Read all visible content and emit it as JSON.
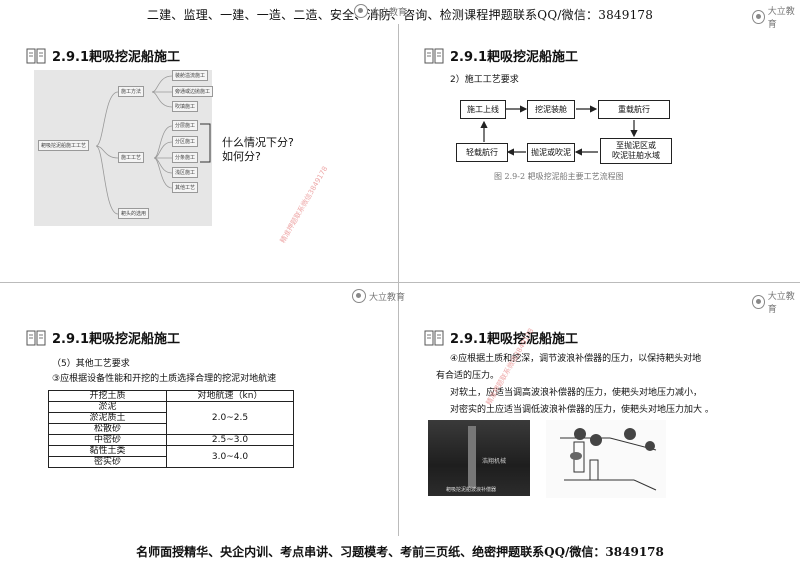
{
  "header_banner": "二建、监理、一建、一造、二造、安全、消防、咨询、检测课程押题联系QQ/微信：3849178",
  "footer_banner": "名师面授精华、央企内训、考点串讲、习题模考、考前三页纸、绝密押题联系QQ/微信：3849178",
  "logo_text": "大立教育",
  "watermark": "精准押题联系微信3849178",
  "slides": {
    "s1": {
      "title": "2.9.1耙吸挖泥船施工",
      "mindmap": {
        "root": "耙吸挖泥船施工工艺",
        "b1": "施工方法",
        "b2": "施工工艺",
        "b3": "耙头的选用",
        "b1_items": [
          "装舱溢流施工",
          "旁通或边抛施工",
          "吹填施工"
        ],
        "b2_items": [
          "分层施工",
          "分区施工",
          "分条施工",
          "浅区施工",
          "其他工艺"
        ]
      },
      "question_line1": "什么情况下分?",
      "question_line2": "如何分?"
    },
    "s2": {
      "title": "2.9.1耙吸挖泥船施工",
      "subhead": "2）施工工艺要求",
      "boxes": {
        "b1": "施工上线",
        "b2": "挖泥装舱",
        "b3": "重载航行",
        "b4_line1": "至抛泥区或",
        "b4_line2": "吹泥驻舶水域",
        "b5": "抛泥或吹泥",
        "b6": "轻载航行"
      },
      "caption": "图 2.9-2   耙吸挖泥船主要工艺流程图"
    },
    "s3": {
      "title": "2.9.1耙吸挖泥船施工",
      "line1": "（5）其他工艺要求",
      "line2": "③应根据设备性能和开挖的土质选择合理的挖泥对地航速",
      "table": {
        "header_soil": "开挖土质",
        "header_speed": "对地航速（kn）",
        "soils": [
          "淤泥",
          "淤泥质土",
          "松散砂",
          "中密砂",
          "黏性土类",
          "密实砂"
        ],
        "speed_a": "2.0~2.5",
        "speed_b": "2.5~3.0",
        "speed_c": "3.0~4.0"
      }
    },
    "s4": {
      "title": "2.9.1耙吸挖泥船施工",
      "p1_line1": "④应根据土质和挖深，调节波浪补偿器的压力，以保持耙头对地",
      "p1_line2": "有合适的压力。",
      "p2": "对软土，应适当调高波浪补偿器的压力，使耙头对地压力减小，",
      "p3": "对密实的土应适当调低波浪补偿器的压力，使耙头对地压力加大  。",
      "photo_logo": "浩翔机械",
      "photo_caption": "耙吸挖泥船波浪补偿器"
    }
  }
}
